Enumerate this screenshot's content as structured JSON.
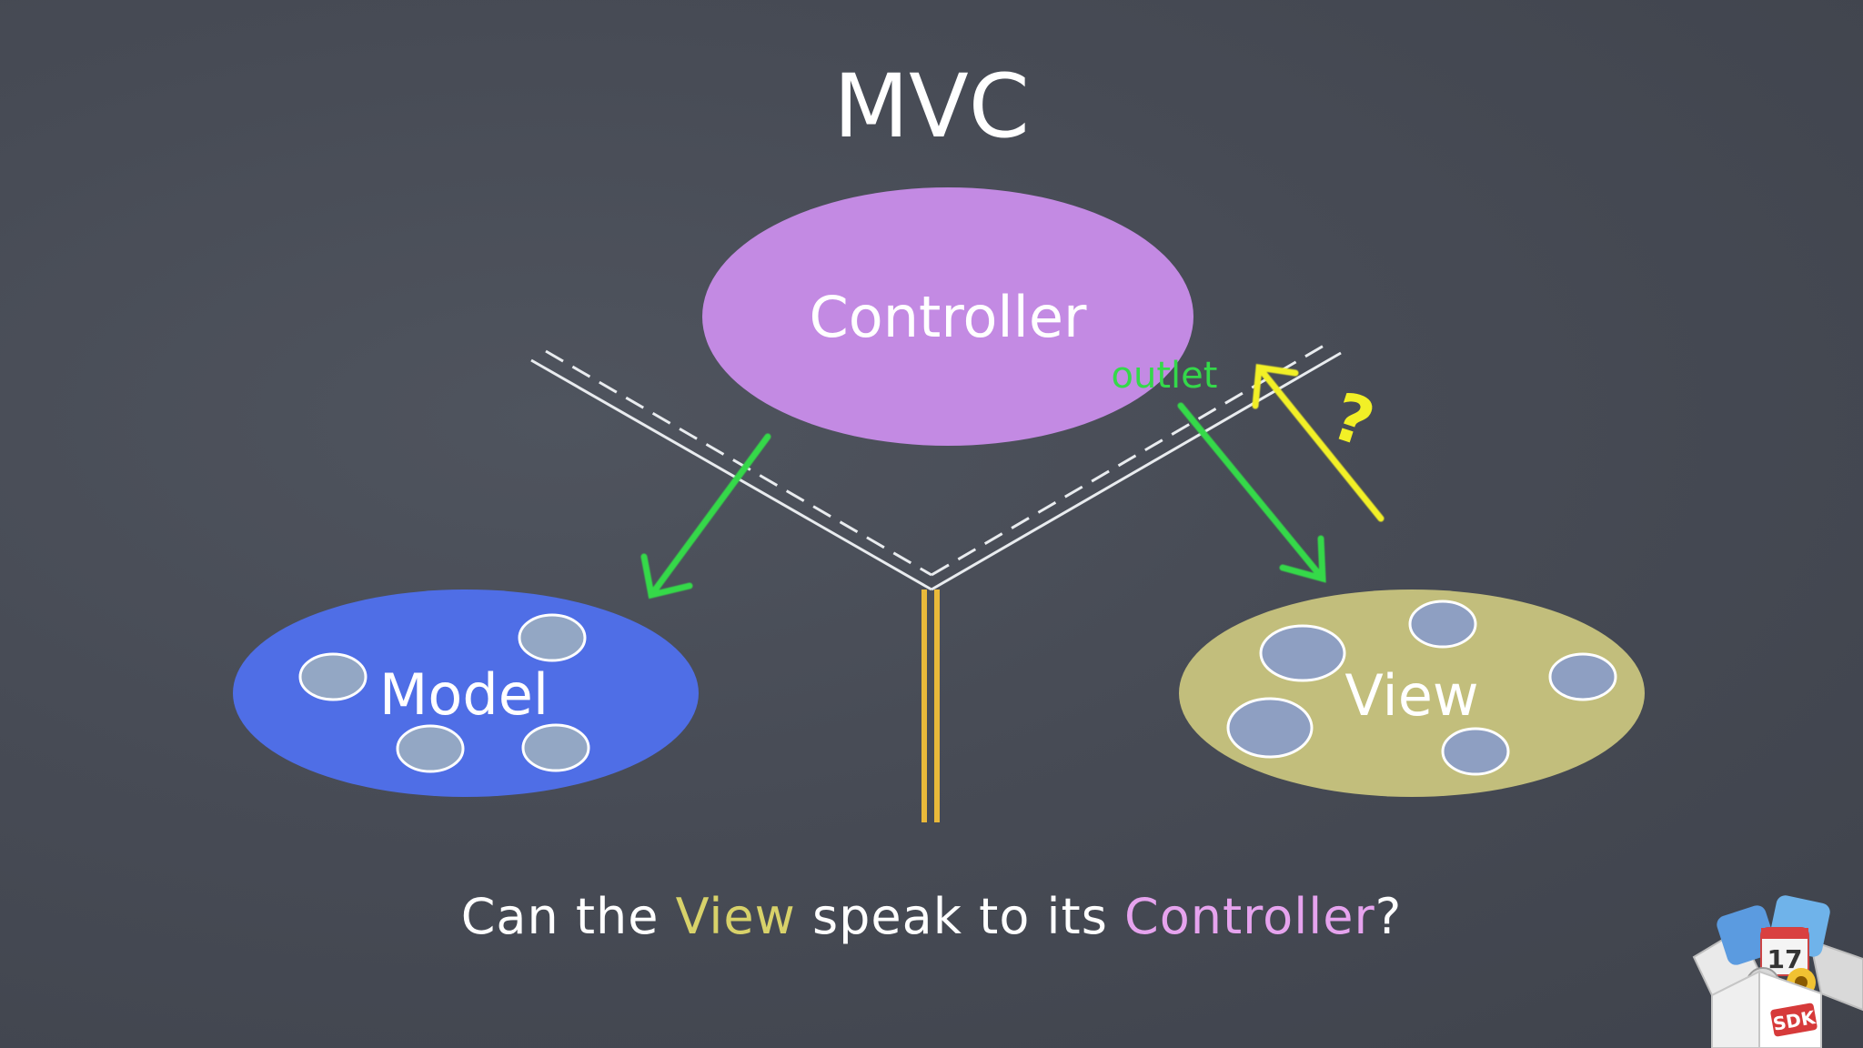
{
  "slide": {
    "title": "MVC"
  },
  "nodes": {
    "controller": {
      "label": "Controller",
      "color": "#c38ae3"
    },
    "model": {
      "label": "Model",
      "color": "#4f6ee6"
    },
    "view": {
      "label": "View",
      "color": "#c2be7c"
    }
  },
  "edges": {
    "controller_to_view_label": "outlet",
    "question_mark": "?",
    "arrow_color_green": "#34d94a",
    "arrow_color_yellow": "#f2f026"
  },
  "caption": {
    "part1": "Can the ",
    "view": "View",
    "part2": " speak to its ",
    "controller": "Controller",
    "part3": "?"
  },
  "badge": {
    "label": "SDK",
    "date_label": "17"
  }
}
